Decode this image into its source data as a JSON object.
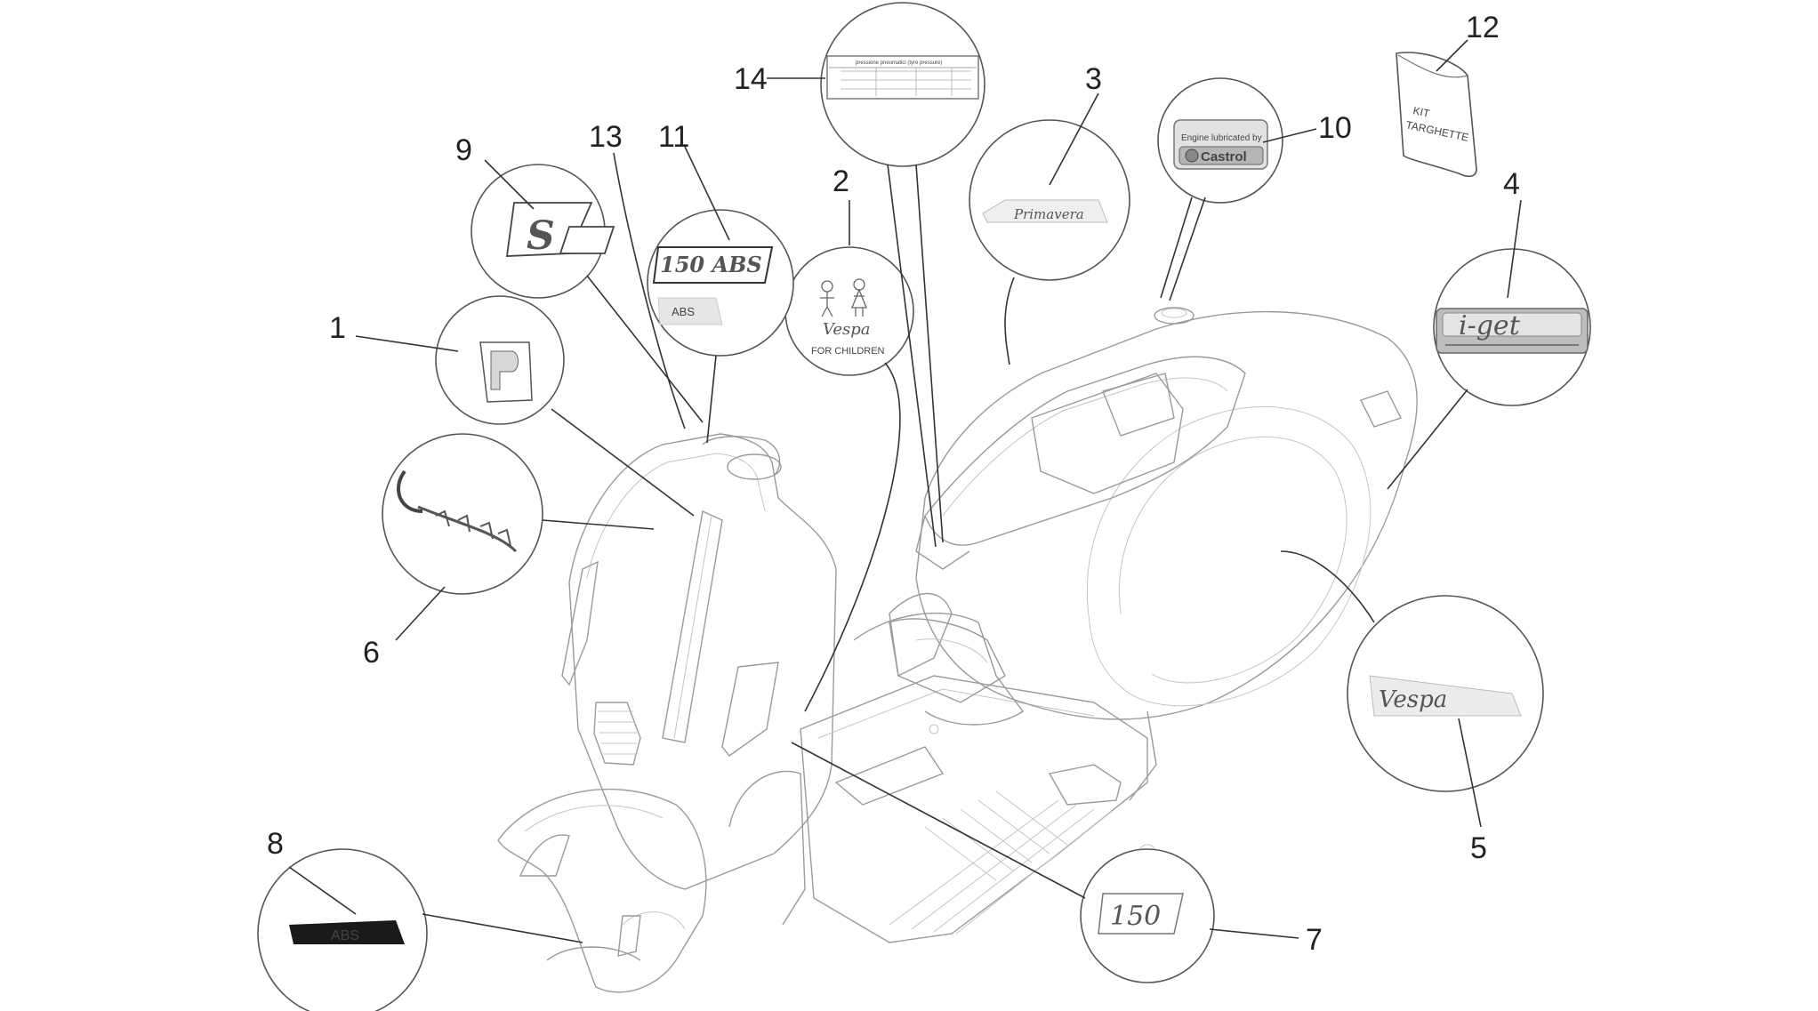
{
  "callouts": {
    "c1": "1",
    "c2": "2",
    "c3": "3",
    "c4": "4",
    "c5": "5",
    "c6": "6",
    "c7": "7",
    "c8": "8",
    "c9": "9",
    "c10": "10",
    "c11": "11",
    "c12": "12",
    "c13": "13",
    "c14": "14"
  },
  "decals": {
    "s_logo": "S",
    "abs_150": "150 ABS",
    "abs_small": "ABS",
    "abs_black": "ABS",
    "children_line": "FOR CHILDREN",
    "brand_vespa": "Vespa",
    "primavera": "Primavera",
    "castrol_top": "Engine lubricated by",
    "castrol_brand": "Castrol",
    "kit_line1": "KIT",
    "kit_line2": "TARGHETTE",
    "iget": "i-get",
    "num_150": "150",
    "tyre_title": "pressione pneumatici (tyre pressure)"
  },
  "colors": {
    "line": "#555555",
    "body": "#9a9a9a",
    "dark_decal": "#1a1a1a"
  }
}
